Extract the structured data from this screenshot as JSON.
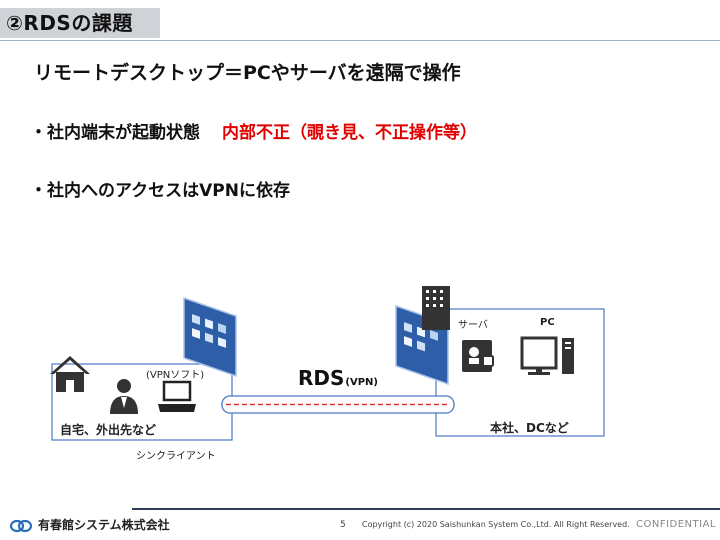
{
  "title": "②RDSの課題",
  "headline": "リモートデスクトップ＝PCやサーバを遠隔で操作",
  "bullets": [
    {
      "text": "・社内端末が起動状態",
      "risk": "内部不正（覗き見、不正操作等）"
    },
    {
      "text": "・社内へのアクセスはVPNに依存",
      "risk": ""
    }
  ],
  "diagram": {
    "vpn_soft_label": "(VPNソフト)",
    "home_label": "自宅、外出先など",
    "thin_client_label": "シンクライアント",
    "rds_label": "RDS",
    "rds_sub_label": "(VPN)",
    "server_label": "サーバ",
    "pc_label": "PC",
    "office_label": "本社、DCなど",
    "colors": {
      "accent": "#4a79c4",
      "tunnel_line": "#d43030",
      "icon": "#333333"
    }
  },
  "footer": {
    "company": "有春館システム株式会社",
    "page": "5",
    "copyright": "Copyright (c) 2020 Saishunkan System Co.,Ltd. All Right Reserved.",
    "confidential": "CONFIDENTIAL"
  }
}
